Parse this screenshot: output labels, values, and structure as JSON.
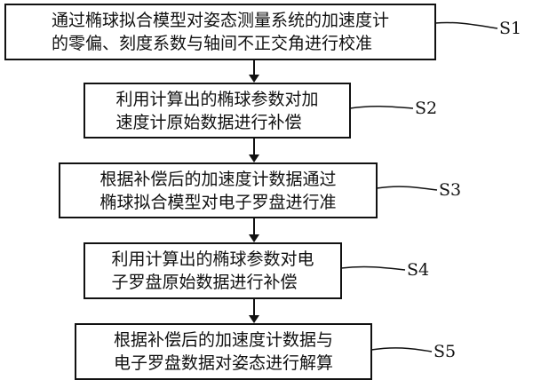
{
  "steps": [
    {
      "text": "通过椭球拟合模型对姿态测量系统的加速度计\n的零偏、刻度系数与轴间不正交角进行校准",
      "label": "S1"
    },
    {
      "text": "利用计算出的椭球参数对加\n速度计原始数据进行补偿",
      "label": "S2"
    },
    {
      "text": "根据补偿后的加速度计数据通过\n椭球拟合模型对电子罗盘进行准",
      "label": "S3"
    },
    {
      "text": "利用计算出的椭球参数对电\n子罗盘原始数据进行补偿",
      "label": "S4"
    },
    {
      "text": "根据补偿后的加速度计数据与\n电子罗盘数据对姿态进行解算",
      "label": "S5"
    }
  ]
}
